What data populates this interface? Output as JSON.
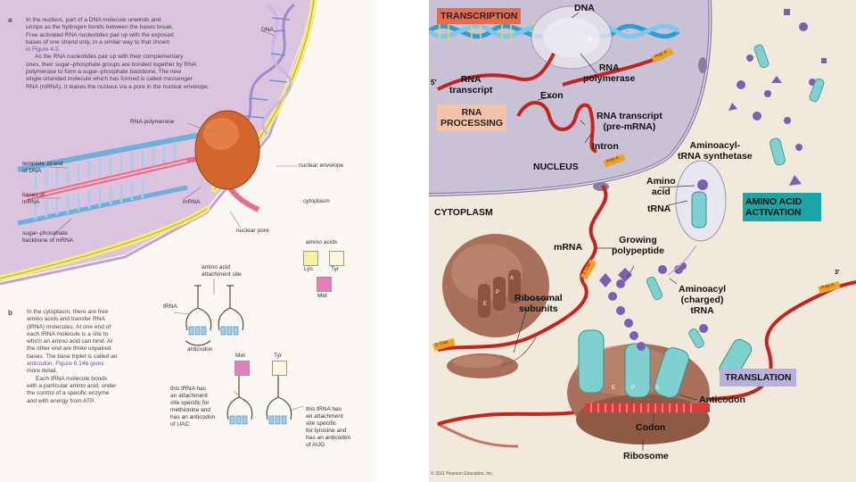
{
  "left": {
    "para_a_marker": "a",
    "para_a_lines": [
      "In the nucleus, part of a DNA molecule unwinds and",
      "unzips as the hydrogen bonds between the bases break.",
      "Free activated RNA nucleotides pair up with the exposed",
      "bases of one strand only, in a similar way to that shown",
      "in Figure 4.5.",
      "As the RNA nucleotides pair up with their complementary",
      "ones, their sugar–phosphate groups are bonded together by RNA",
      "polymerase to form a sugar–phosphate backbone. The new",
      "single-stranded molecule which has formed is called messenger",
      "RNA (mRNA). It leaves the nucleus via a pore in the nuclear envelope."
    ],
    "para_b_marker": "b",
    "para_b_lines": [
      "In the cytoplasm, there are free",
      "amino acids and transfer RNA",
      "(tRNA) molecules. At one end of",
      "each tRNA molecule is a site to",
      "which an amino acid can bind. At",
      "the other end are three unpaired",
      "bases. The base triplet is called an",
      "anticodon. Figure 6.14b gives",
      "more detail.",
      "Each tRNA molecule bonds",
      "with a particular amino acid, under",
      "the control of a specific enzyme",
      "and with energy from ATP."
    ],
    "labels": {
      "dna": "DNA",
      "rna_polymerase": "RNA polymerase",
      "template_strand": [
        "template strand",
        "of DNA"
      ],
      "bases_of_mrna": [
        "bases of",
        "mRNA"
      ],
      "mrna": "mRNA",
      "sugar_phosphate": [
        "sugar–phosphate",
        "backbone of mRNA"
      ],
      "nuclear_envelope": "nuclear envelope",
      "cytoplasm": "cytoplasm",
      "nuclear_pore": "nuclear pore",
      "amino_acids": "amino acids",
      "amino_acid_attachment": [
        "amino acid",
        "attachment site"
      ],
      "trna": "tRNA",
      "anticodon": "anticodon",
      "trna_met_note": [
        "this tRNA has",
        "an attachment",
        "site specific for",
        "methionine and",
        "has an anticodon",
        "of UAC"
      ],
      "trna_tyr_note": [
        "this tRNA has",
        "an attachment",
        "site specific",
        "for tyrosine and",
        "has an anticodon",
        "of AUG"
      ]
    },
    "amino_acids": [
      {
        "name": "Lys",
        "color": "#f7f2a0"
      },
      {
        "name": "Tyr",
        "color": "#fbf7d8"
      },
      {
        "name": "Met",
        "color": "#e77fb6"
      }
    ],
    "trna_tags": [
      {
        "name": "Met",
        "color": "#e77fb6"
      },
      {
        "name": "Tyr",
        "color": "#fbf7d8"
      }
    ]
  },
  "right": {
    "titles": {
      "transcription": "TRANSCRIPTION",
      "rna_processing": [
        "RNA",
        "PROCESSING"
      ],
      "amino_acid_activation": [
        "AMINO ACID",
        "ACTIVATION"
      ],
      "translation": "TRANSLATION"
    },
    "labels": {
      "dna": "DNA",
      "rna_polymerase": [
        "RNA",
        "polymerase"
      ],
      "rna_transcript": [
        "RNA",
        "transcript"
      ],
      "five_prime": "5'",
      "three_prime_top": "3'",
      "three_prime_right": "3'",
      "exon": "Exon",
      "pre_mrna": [
        "RNA transcript",
        "(pre-mRNA)"
      ],
      "intron": "Intron",
      "nucleus": "NUCLEUS",
      "cytoplasm": "CYTOPLASM",
      "synthetase": [
        "Aminoacyl-",
        "tRNA synthetase"
      ],
      "amino_acid": [
        "Amino",
        "acid"
      ],
      "trna": "tRNA",
      "mrna": "mRNA",
      "growing_polypeptide": [
        "Growing",
        "polypeptide"
      ],
      "aminoacyl_trna": [
        "Aminoacyl",
        "(charged)",
        "tRNA"
      ],
      "ribosomal_subunits": [
        "Ribosomal",
        "subunits"
      ],
      "anticodon": "Anticodon",
      "codon": "Codon",
      "ribosome": "Ribosome",
      "poly_a": "Poly-A",
      "five_cap": "5' Cap",
      "site_a": "A",
      "site_p": "P",
      "site_e": "E",
      "copyright": "© 2011 Pearson Education, Inc."
    },
    "colors": {
      "transcription_box": "#e86b4f",
      "processing_box": "#f5c4a8",
      "activation_box": "#1aa6a6",
      "translation_box": "#b7b2dc",
      "nucleus": "#c9c2d6",
      "mrna": "#c8221d",
      "dna": "#2a9fd6",
      "trna": "#7fd1d0",
      "amino": "#7a5fb4",
      "ribosome": "#a8705a"
    }
  }
}
